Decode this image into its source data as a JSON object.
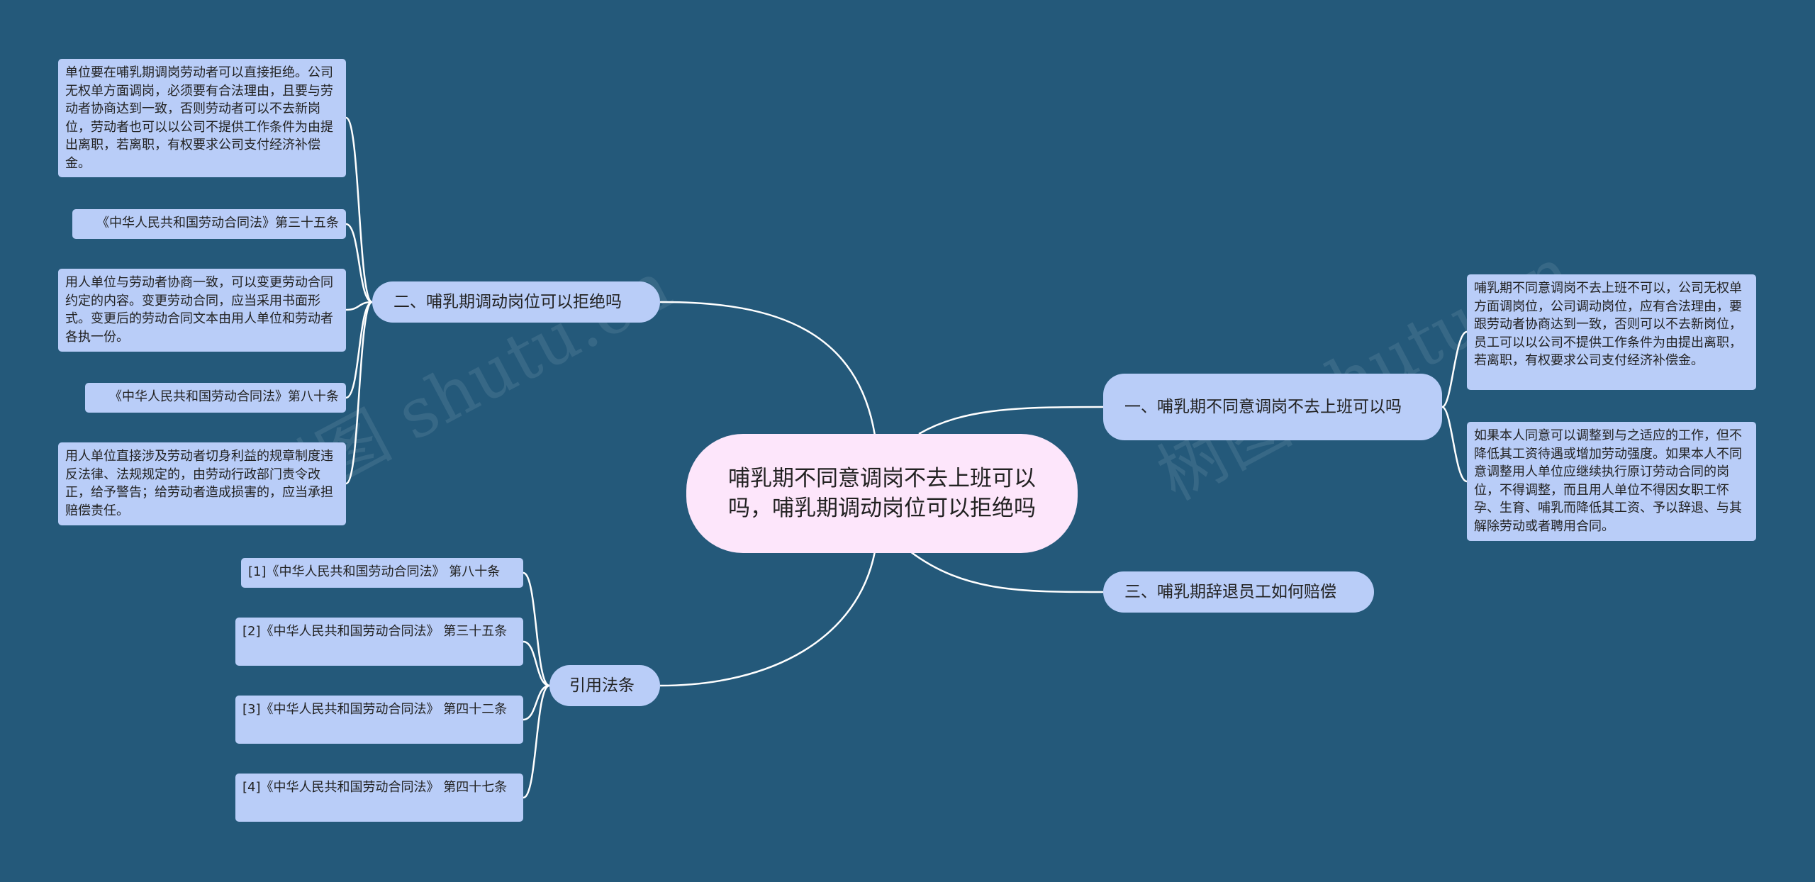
{
  "watermark": "树图 shutu.cn",
  "root": {
    "text": "哺乳期不同意调岗不去上班可以吗，哺乳期调动岗位可以拒绝吗"
  },
  "branches": {
    "b1": {
      "label": "一、哺乳期不同意调岗不去上班可以吗"
    },
    "b2": {
      "label": "二、哺乳期调动岗位可以拒绝吗"
    },
    "b3": {
      "label": "三、哺乳期辞退员工如何赔偿"
    },
    "b4": {
      "label": "引用法条"
    }
  },
  "leaves": {
    "b1_1": "哺乳期不同意调岗不去上班不可以，公司无权单方面调岗位，公司调动岗位，应有合法理由，要跟劳动者协商达到一致，否则可以不去新岗位，员工可以以公司不提供工作条件为由提出离职，若离职，有权要求公司支付经济补偿金。",
    "b1_2": "如果本人同意可以调整到与之适应的工作，但不降低其工资待遇或增加劳动强度。如果本人不同意调整用人单位应继续执行原订劳动合同的岗位，不得调整，而且用人单位不得因女职工怀孕、生育、哺乳而降低其工资、予以辞退、与其解除劳动或者聘用合同。",
    "b2_1": "单位要在哺乳期调岗劳动者可以直接拒绝。公司无权单方面调岗，必须要有合法理由，且要与劳动者协商达到一致，否则劳动者可以不去新岗位，劳动者也可以以公司不提供工作条件为由提出离职，若离职，有权要求公司支付经济补偿金。",
    "b2_2": "《中华人民共和国劳动合同法》第三十五条",
    "b2_3": "用人单位与劳动者协商一致，可以变更劳动合同约定的内容。变更劳动合同，应当采用书面形式。变更后的劳动合同文本由用人单位和劳动者各执一份。",
    "b2_4": "《中华人民共和国劳动合同法》第八十条",
    "b2_5": "用人单位直接涉及劳动者切身利益的规章制度违反法律、法规规定的，由劳动行政部门责令改正，给予警告；给劳动者造成损害的，应当承担赔偿责任。",
    "b4_1": "[1]《中华人民共和国劳动合同法》 第八十条",
    "b4_2": "[2]《中华人民共和国劳动合同法》 第三十五条",
    "b4_3": "[3]《中华人民共和国劳动合同法》 第四十二条",
    "b4_4": "[4]《中华人民共和国劳动合同法》 第四十七条"
  },
  "colors": {
    "background": "#24597a",
    "root_fill": "#fde6fb",
    "node_fill": "#b9cdf8",
    "link": "#ffffff"
  }
}
